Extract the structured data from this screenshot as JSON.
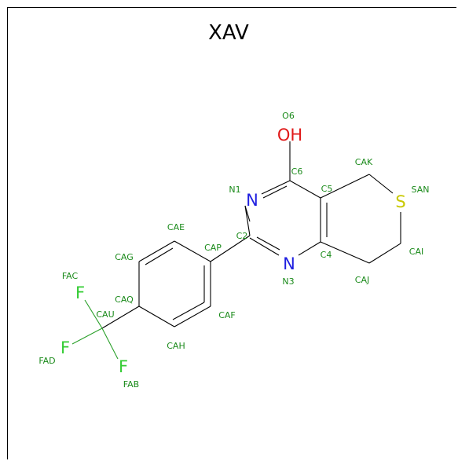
{
  "title": "XAV",
  "colors": {
    "carbon_label": "#1a8a1a",
    "fluorine": "#33cc33",
    "nitrogen": "#1f1fe0",
    "oxygen": "#e01a1a",
    "sulfur": "#c8c800",
    "bond": "#000000"
  },
  "atoms": {
    "O": "OH",
    "N1": "N",
    "N3": "N",
    "S": "S",
    "F1": "F",
    "F2": "F",
    "F3": "F"
  },
  "labels": {
    "O6": "O6",
    "C6": "C6",
    "N1": "N1",
    "C5": "C5",
    "CAK": "CAK",
    "SAN": "SAN",
    "C2": "C2",
    "CAE": "CAE",
    "CAP": "CAP",
    "C4": "C4",
    "CAI": "CAI",
    "CAG": "CAG",
    "N3": "N3",
    "CAJ": "CAJ",
    "FAC": "FAC",
    "CAQ": "CAQ",
    "CAU": "CAU",
    "CAF": "CAF",
    "CAH": "CAH",
    "FAD": "FAD",
    "FAB": "FAB"
  }
}
